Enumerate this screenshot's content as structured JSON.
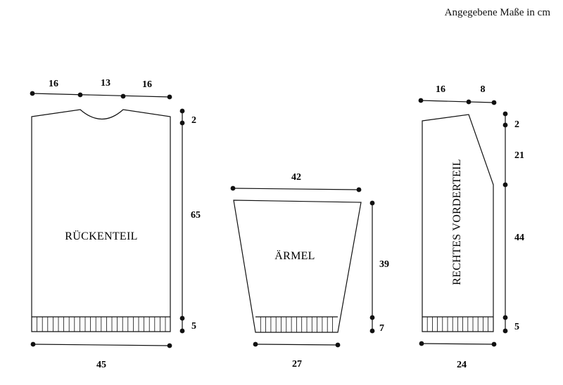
{
  "header": {
    "note": "Angegebene Maße in cm"
  },
  "back": {
    "label": "RÜCKENTEIL",
    "top_segments": [
      "16",
      "13",
      "16"
    ],
    "height_shoulder": "2",
    "height_body": "65",
    "height_rib": "5",
    "width": "45"
  },
  "sleeve": {
    "label": "ÄRMEL",
    "top_width": "42",
    "height_body": "39",
    "height_rib": "7",
    "bottom_width": "27"
  },
  "front": {
    "label": "RECHTES VORDERTEIL",
    "top_segments": [
      "16",
      "8"
    ],
    "height_shoulder": "2",
    "height_neck": "21",
    "height_body": "44",
    "height_rib": "5",
    "width": "24"
  }
}
